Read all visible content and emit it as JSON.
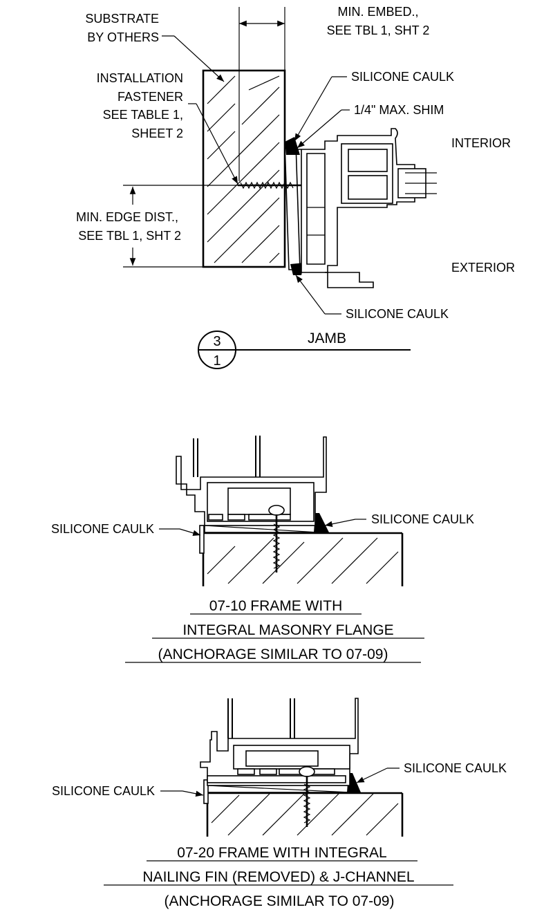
{
  "detail_jamb": {
    "labels": {
      "substrate": [
        "SUBSTRATE",
        "BY OTHERS"
      ],
      "min_embed": [
        "MIN. EMBED.,",
        "SEE TBL 1, SHT 2"
      ],
      "installation_fastener": [
        "INSTALLATION",
        "FASTENER",
        "SEE TABLE 1,",
        "SHEET 2"
      ],
      "silicone_caulk_top": "SILICONE CAULK",
      "shim": "1/4\" MAX. SHIM",
      "interior": "INTERIOR",
      "min_edge_dist": [
        "MIN. EDGE DIST.,",
        "SEE TBL 1, SHT 2"
      ],
      "exterior": "EXTERIOR",
      "silicone_caulk_bottom": "SILICONE CAULK"
    },
    "callout": {
      "detail_number": "3",
      "sheet_number": "1",
      "title": "JAMB"
    }
  },
  "detail_0710": {
    "left_label": "SILICONE CAULK",
    "right_label": "SILICONE CAULK",
    "title_lines": [
      "07-10 FRAME WITH",
      "INTEGRAL MASONRY FLANGE",
      "(ANCHORAGE SIMILAR TO 07-09)"
    ]
  },
  "detail_0720": {
    "left_label": "SILICONE CAULK",
    "right_label": "SILICONE CAULK",
    "title_lines": [
      "07-20 FRAME WITH INTEGRAL",
      "NAILING FIN (REMOVED) & J-CHANNEL",
      "(ANCHORAGE SIMILAR TO 07-09)"
    ]
  }
}
